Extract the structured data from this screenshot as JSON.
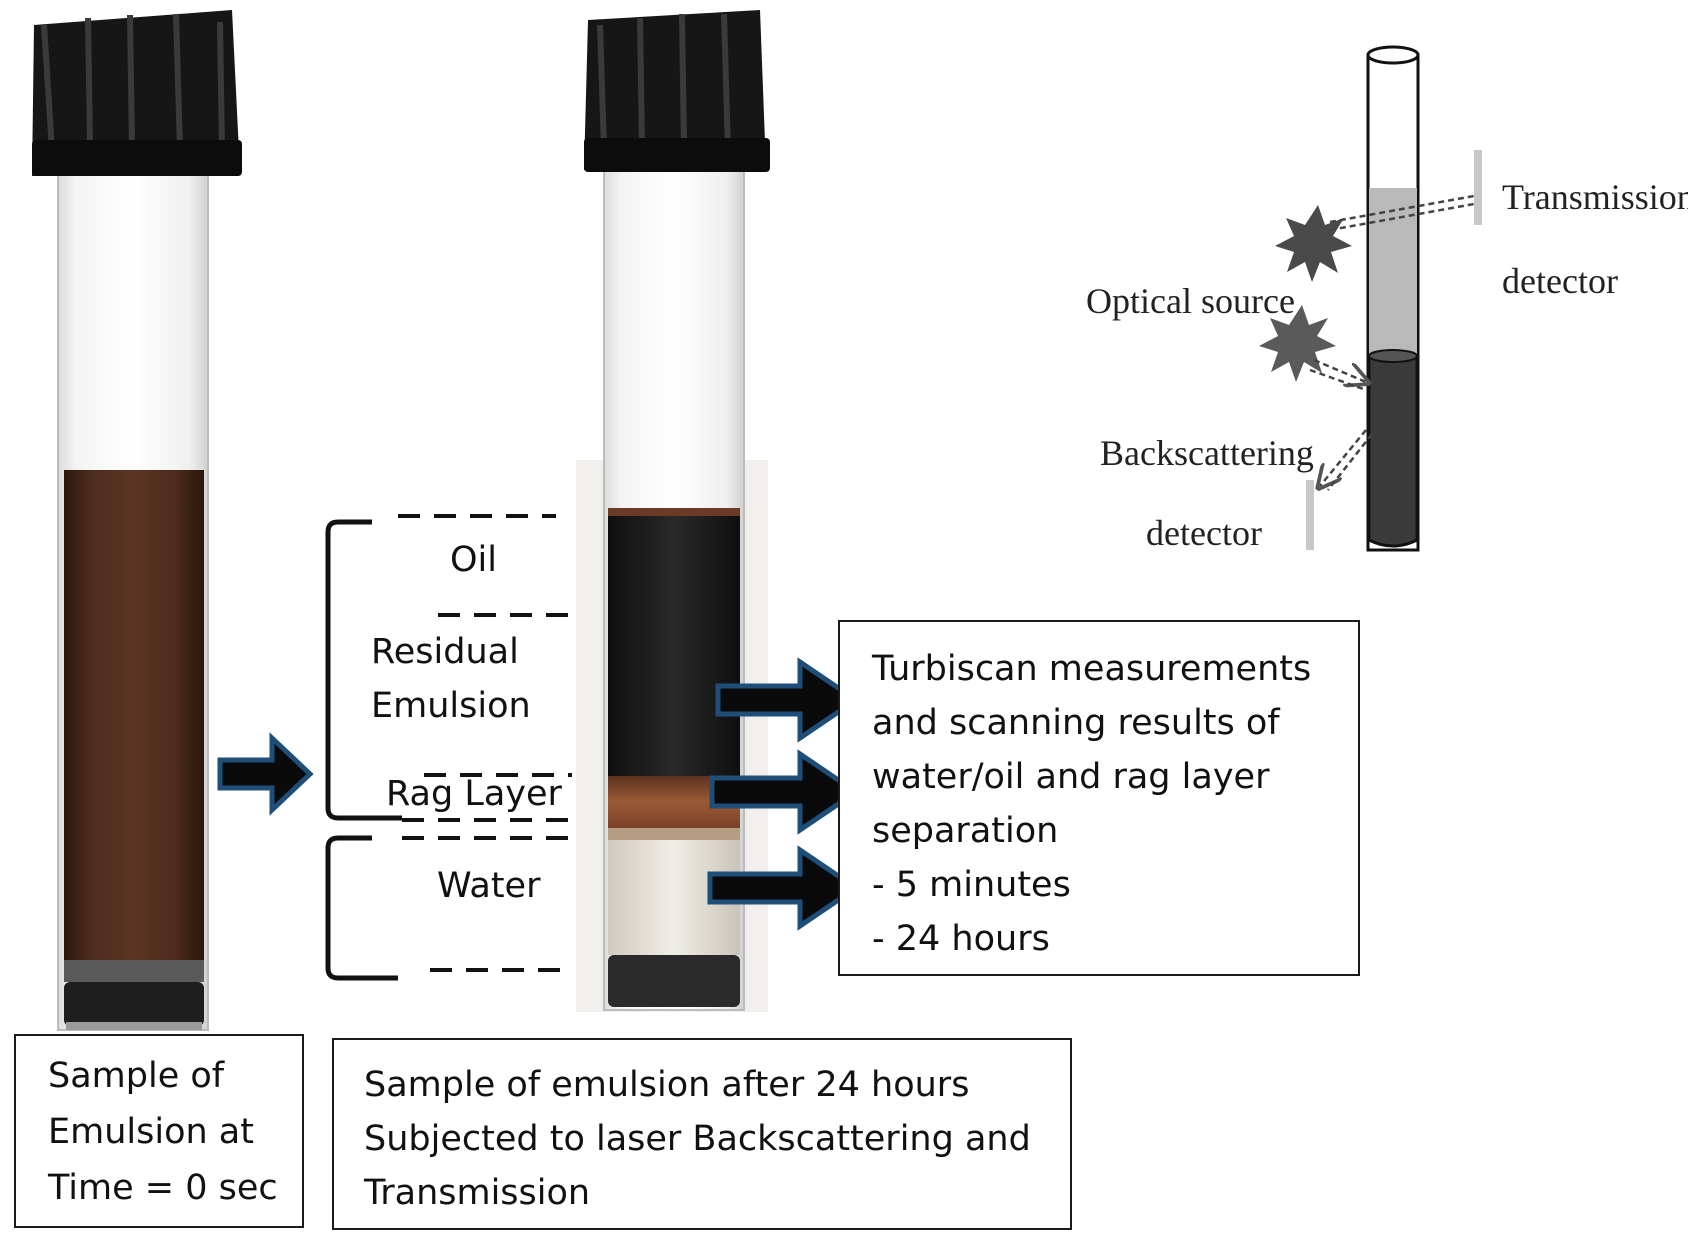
{
  "layers": {
    "oil": "Oil",
    "residual_emulsion_line1": "Residual",
    "residual_emulsion_line2": "Emulsion",
    "rag_layer": "Rag Layer",
    "water": "Water"
  },
  "schematic": {
    "transmission_line1": "Transmission",
    "transmission_line2": "detector",
    "optical_source": "Optical source",
    "backscattering_line1": "Backscattering",
    "backscattering_line2": "detector"
  },
  "boxes": {
    "sample_t0": "Sample of\nEmulsion at\nTime = 0 sec",
    "sample_24h": "Sample of emulsion after 24  hours\nSubjected to laser Backscattering and\nTransmission",
    "turbiscan": "Turbiscan measurements\nand scanning results of\nwater/oil and rag layer\nseparation\n- 5 minutes\n- 24 hours"
  },
  "colors": {
    "emulsion_brown": "#4a2a1c",
    "oil_dark": "#1d1c1e",
    "rag_copper": "#8a4d2c",
    "water_clear": "#e8e4da",
    "cap_black": "#161616",
    "arrow_blue": "#1f4e79",
    "arrow_black": "#0a0a0a"
  }
}
